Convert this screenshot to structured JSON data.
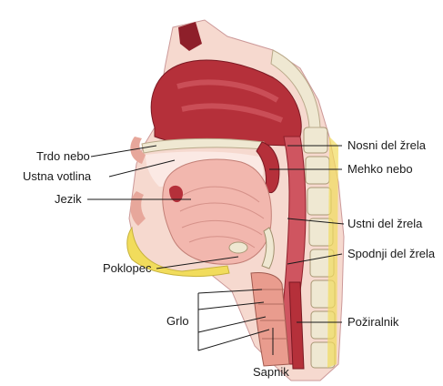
{
  "labels": {
    "trdo_nebo": "Trdo nebo",
    "ustna_votlina": "Ustna votlina",
    "jezik": "Jezik",
    "poklopec": "Poklopec",
    "grlo": "Grlo",
    "sapnik": "Sapnik",
    "nosni_del_zrela": "Nosni del žrela",
    "mehko_nebo": "Mehko nebo",
    "ustni_del_zrela": "Ustni del žrela",
    "spodnji_del_zrela": "Spodnji del žrela",
    "poziralnik": "Požiralnik"
  },
  "colors": {
    "tissue_red": "#b5303a",
    "tissue_dark": "#8e1f2a",
    "mucosa_pink": "#f2b7ae",
    "bone_cream": "#efe8d2",
    "fat_yellow": "#f1dc5c",
    "cavity_pale": "#fbe9e4"
  }
}
